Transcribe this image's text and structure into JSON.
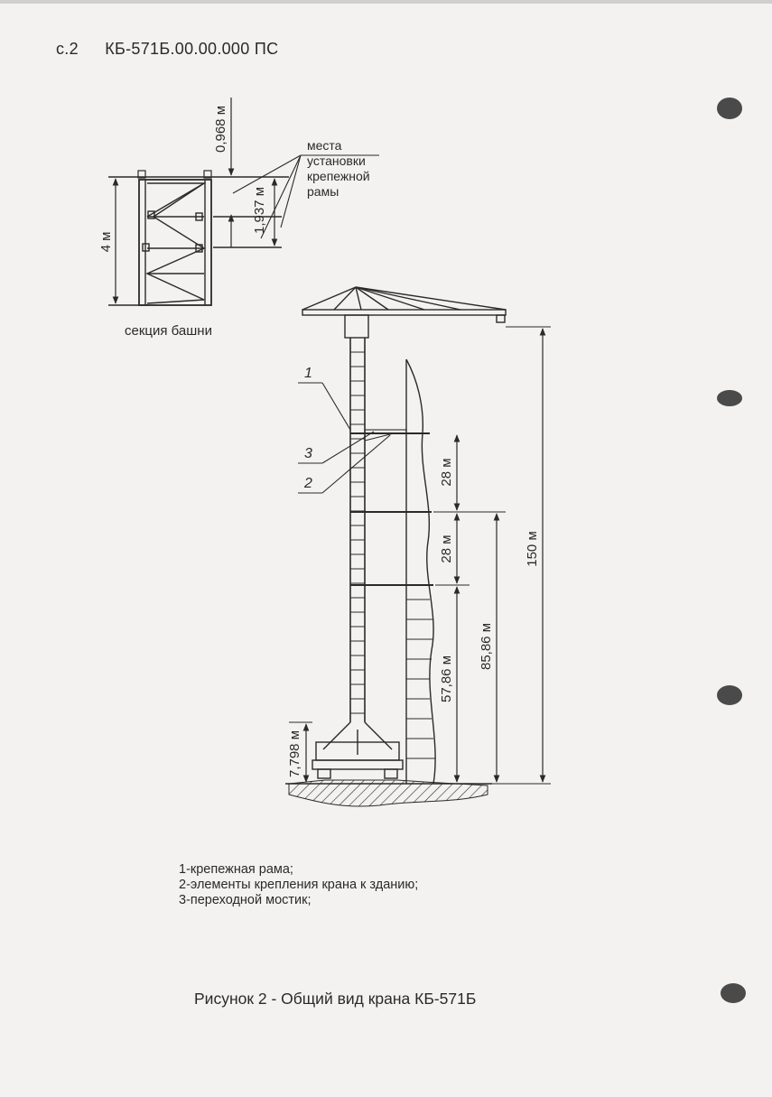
{
  "header": {
    "page": "с.2",
    "doc_code": "КБ-571Б.00.00.000 ПС"
  },
  "section_detail": {
    "caption": "секция башни",
    "height": "4 м",
    "dim_top": "0,968 м",
    "dim_mid": "1,937 м",
    "note": [
      "места",
      "установки",
      "крепежной",
      "рамы"
    ]
  },
  "crane": {
    "callouts": [
      "1",
      "3",
      "2"
    ],
    "dims": {
      "total": "150 м",
      "span1": "28 м",
      "span2": "28 м",
      "lower": "85,86 м",
      "first_tie": "57,86 м",
      "base": "7,798 м"
    }
  },
  "legend": [
    "1-крепежная рама;",
    "2-элементы крепления крана к зданию;",
    "3-переходной мостик;"
  ],
  "caption": "Рисунок 2 - Общий вид крана КБ-571Б"
}
